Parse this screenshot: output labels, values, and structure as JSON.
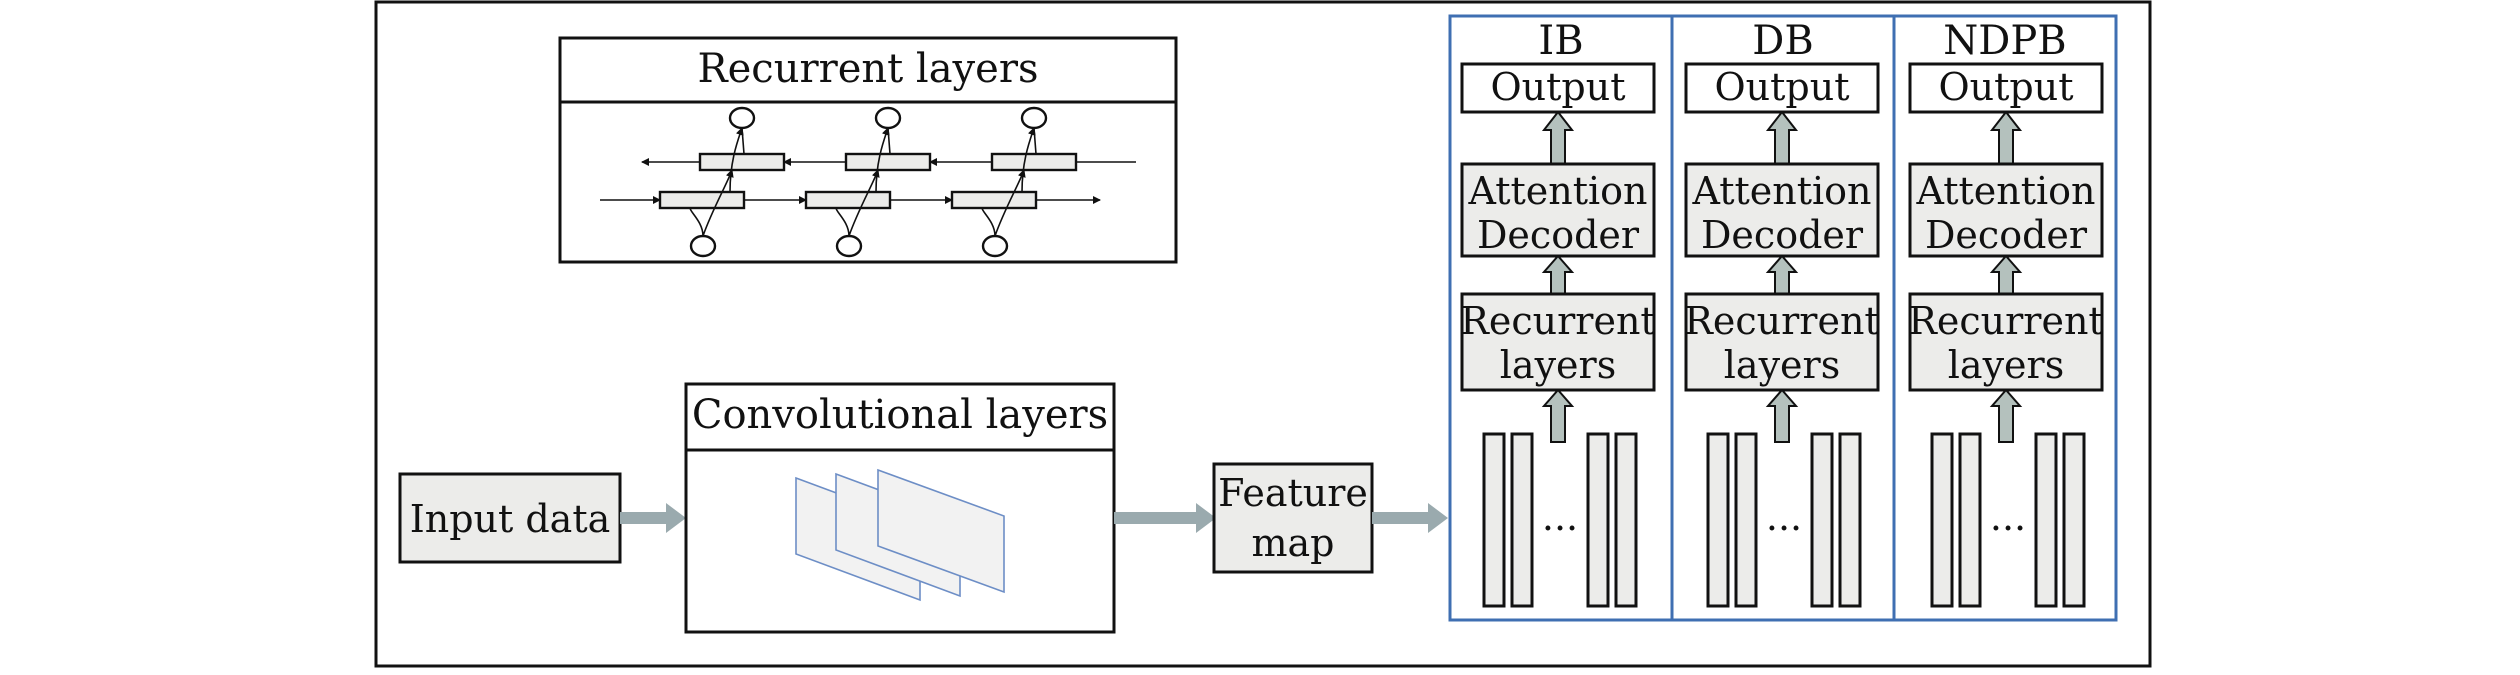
{
  "recurrent_panel": {
    "title": "Recurrent layers"
  },
  "input": {
    "label": "Input data"
  },
  "conv": {
    "title": "Convolutional layers"
  },
  "feature_map": {
    "line1": "Feature",
    "line2": "map"
  },
  "branches": [
    {
      "title": "IB",
      "output": "Output",
      "att1": "Attention",
      "att2": "Decoder",
      "rec1": "Recurrent",
      "rec2": "layers",
      "dots": "..."
    },
    {
      "title": "DB",
      "output": "Output",
      "att1": "Attention",
      "att2": "Decoder",
      "rec1": "Recurrent",
      "rec2": "layers",
      "dots": "..."
    },
    {
      "title": "NDPB",
      "output": "Output",
      "att1": "Attention",
      "att2": "Decoder",
      "rec1": "Recurrent",
      "rec2": "layers",
      "dots": "..."
    }
  ]
}
